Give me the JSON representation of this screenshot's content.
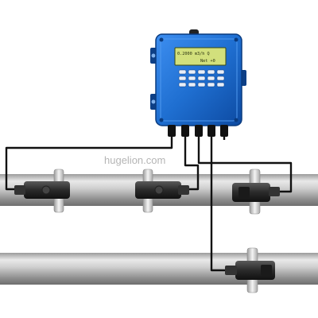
{
  "watermark": "hugelion.com",
  "lcd": {
    "line1": "0.2000 m3/h Q",
    "line2": "Net  +0"
  },
  "colors": {
    "meter_body": "#1f6fd1",
    "meter_dark": "#0d3f86",
    "lcd_bg": "#d2e07c",
    "pipe_mid": "#b9b9b9",
    "cable": "#111111"
  },
  "icons": {
    "keypad": "keypad-icon",
    "transducer": "transducer-icon",
    "clamp": "clamp-icon",
    "gland": "cable-gland-icon"
  }
}
